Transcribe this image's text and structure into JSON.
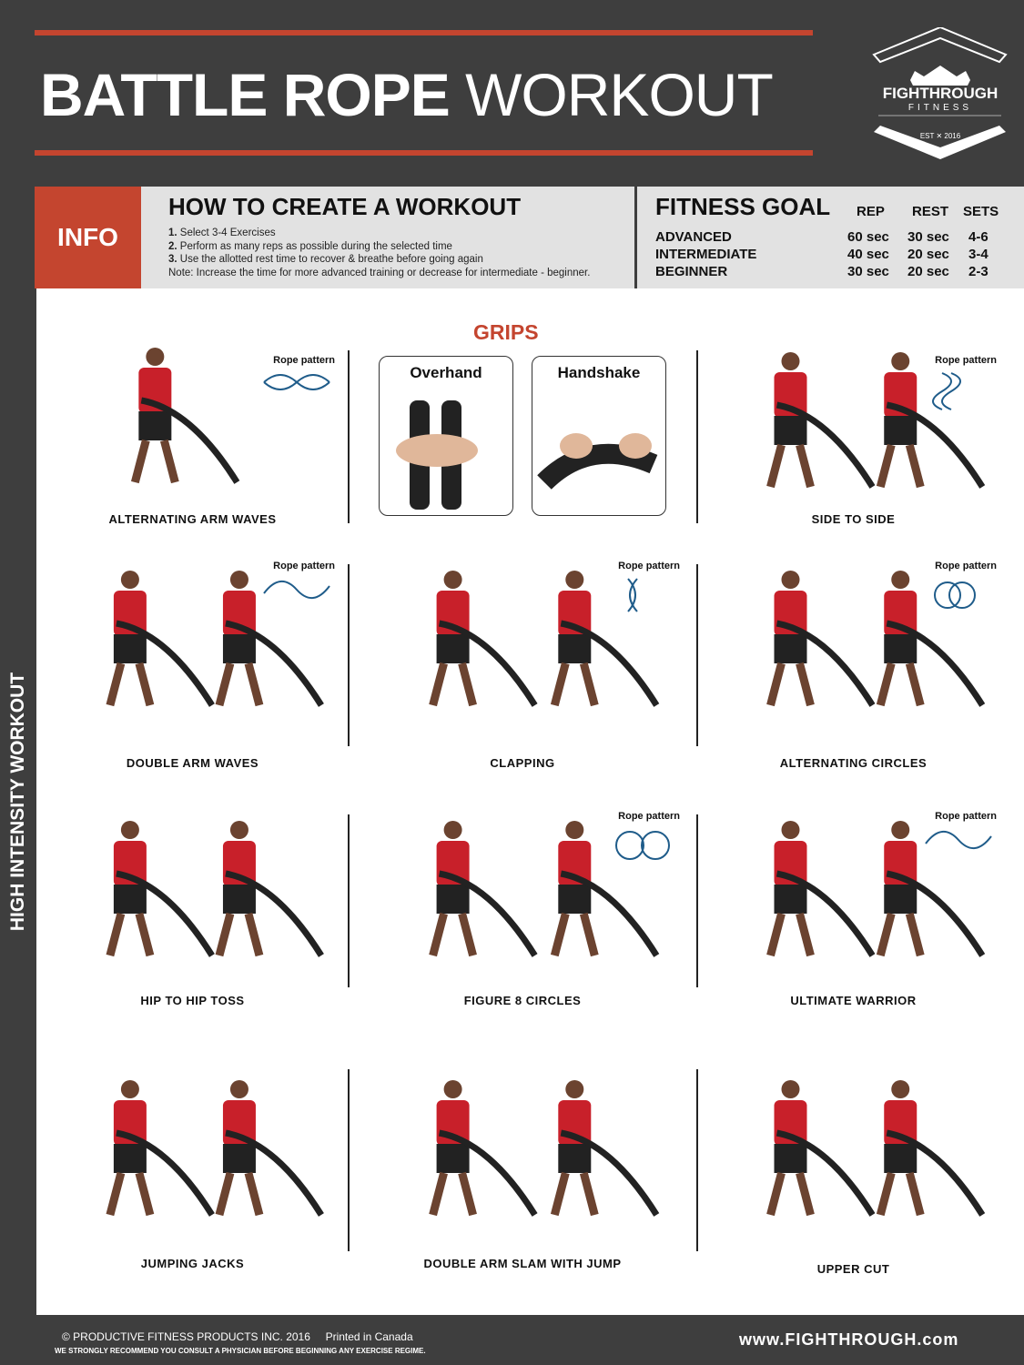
{
  "header": {
    "title_bold": "BATTLE ROPE",
    "title_light": "WORKOUT",
    "logo": {
      "brand": "FIGHTHROUGH",
      "sub": "FITNESS",
      "est": "EST. 2016"
    }
  },
  "info": {
    "tag": "INFO",
    "title": "HOW TO CREATE A WORKOUT",
    "steps": [
      {
        "n": "1.",
        "text": " Select 3-4 Exercises"
      },
      {
        "n": "2.",
        "text": " Perform as many reps as possible during the selected time"
      },
      {
        "n": "3.",
        "text": " Use the allotted rest time to recover & breathe before going again"
      }
    ],
    "note": "Note: Increase the time for more advanced training or decrease for intermediate - beginner."
  },
  "goal": {
    "title": "FITNESS GOAL",
    "cols": [
      "REP",
      "REST",
      "SETS"
    ],
    "rows": [
      {
        "level": "ADVANCED",
        "rep": "60 sec",
        "rest": "30 sec",
        "sets": "4-6"
      },
      {
        "level": "INTERMEDIATE",
        "rep": "40 sec",
        "rest": "20 sec",
        "sets": "3-4"
      },
      {
        "level": "BEGINNER",
        "rep": "30 sec",
        "rest": "20 sec",
        "sets": "2-3"
      }
    ]
  },
  "side_label": "HIGH INTENSITY WORKOUT",
  "grips": {
    "title": "GRIPS",
    "items": [
      "Overhand",
      "Handshake"
    ]
  },
  "rope_pattern_label": "Rope pattern",
  "exercises": [
    "ALTERNATING ARM WAVES",
    "SIDE TO SIDE",
    "DOUBLE ARM WAVES",
    "CLAPPING",
    "ALTERNATING CIRCLES",
    "HIP TO HIP TOSS",
    "FIGURE 8 CIRCLES",
    "ULTIMATE WARRIOR",
    "JUMPING JACKS",
    "DOUBLE ARM SLAM WITH JUMP",
    "UPPER CUT"
  ],
  "footer": {
    "copyright": "© PRODUCTIVE FITNESS PRODUCTS INC. 2016",
    "printed": "Printed in Canada",
    "disclaimer": "WE STRONGLY RECOMMEND YOU CONSULT A PHYSICIAN BEFORE BEGINNING ANY EXERCISE REGIME.",
    "url": "www.FIGHTHROUGH.com"
  },
  "colors": {
    "accent": "#c4452f",
    "background": "#3e3e3e",
    "arrow": "#1f5c8a"
  }
}
